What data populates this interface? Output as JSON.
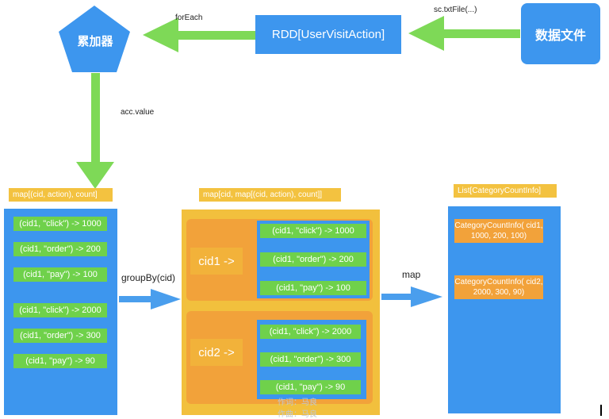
{
  "nodes": {
    "accumulator": "累加器",
    "rdd": "RDD[UserVisitAction]",
    "data_file": "数据文件"
  },
  "edges": {
    "foreach": "forEach",
    "txtfile": "sc.txtFile(...)",
    "acc_value": "acc.value",
    "groupby": "groupBy(cid)",
    "map": "map"
  },
  "panels": {
    "left_title": "map[(cid, action), count]",
    "middle_title": "map[cid, map[(cid, action), count]]",
    "right_title": "List[CategoryCountInfo]"
  },
  "left_items": [
    "(cid1, \"click\") -> 1000",
    "(cid1, \"order\") -> 200",
    "(cid1, \"pay\") -> 100",
    "(cid1, \"click\") -> 2000",
    "(cid1, \"order\") -> 300",
    "(cid1, \"pay\") -> 90"
  ],
  "groups": [
    {
      "key": "cid1 ->",
      "items": [
        "(cid1, \"click\") -> 1000",
        "(cid1, \"order\") -> 200",
        "(cid1, \"pay\") -> 100"
      ]
    },
    {
      "key": "cid2 ->",
      "items": [
        "(cid1, \"click\") -> 2000",
        "(cid1, \"order\") -> 300",
        "(cid1, \"pay\") -> 90"
      ]
    }
  ],
  "right_items": [
    "CategoryCountInfo( cid1, 1000, 200, 100)",
    "CategoryCountInfo( cid2, 2000, 300, 90)"
  ],
  "watermark": [
    "作词：马良",
    "作曲：马良"
  ],
  "colors": {
    "blue": "#3d96ee",
    "green_arrow": "#7ed957",
    "orange": "#f2a23a",
    "yellow": "#f3c240"
  }
}
